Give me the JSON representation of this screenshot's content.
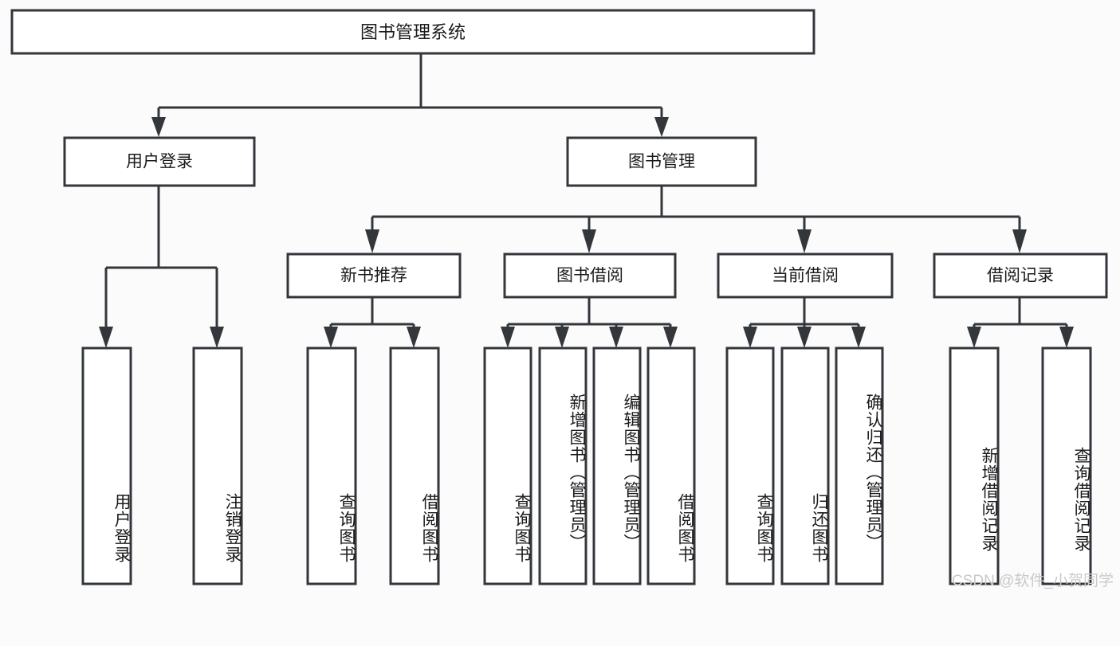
{
  "diagram": {
    "title": "图书管理系统",
    "type": "tree",
    "background_color": "#fbfbfb",
    "line_color": "#33363b",
    "box_fill": "#ffffff",
    "text_color": "#1b1b1b",
    "root": {
      "label": "图书管理系统"
    },
    "level2": [
      {
        "label": "用户登录"
      },
      {
        "label": "图书管理"
      }
    ],
    "level3": [
      {
        "label": "新书推荐"
      },
      {
        "label": "图书借阅"
      },
      {
        "label": "当前借阅"
      },
      {
        "label": "借阅记录"
      }
    ],
    "leaves": {
      "user_login": [
        {
          "label": "用户登录"
        },
        {
          "label": "注销登录"
        }
      ],
      "new_book_recommend": [
        {
          "label": "查询图书"
        },
        {
          "label": "借阅图书"
        }
      ],
      "book_borrow": [
        {
          "label": "查询图书"
        },
        {
          "label": "新增图书（管理员）"
        },
        {
          "label": "编辑图书（管理员）"
        },
        {
          "label": "借阅图书"
        }
      ],
      "current_borrow": [
        {
          "label": "查询图书"
        },
        {
          "label": "归还图书"
        },
        {
          "label": "确认归还（管理员）"
        }
      ],
      "borrow_record": [
        {
          "label": "新增借阅记录"
        },
        {
          "label": "查询借阅记录"
        }
      ]
    },
    "watermark": "CSDN @软件_小贺同学"
  }
}
